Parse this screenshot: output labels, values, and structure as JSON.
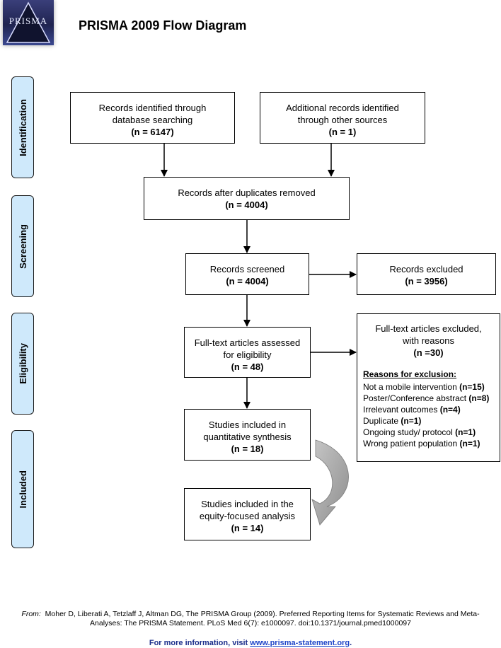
{
  "logo": {
    "text": "PRISMA"
  },
  "title": "PRISMA 2009 Flow Diagram",
  "stages": [
    "Identification",
    "Screening",
    "Eligibility",
    "Included"
  ],
  "boxes": {
    "db_search": {
      "line1": "Records identified through",
      "line2": "database searching",
      "count": "(n = 6147)"
    },
    "other_sources": {
      "line1": "Additional records identified",
      "line2": "through other sources",
      "count": "(n = 1)"
    },
    "after_duplicates": {
      "line1": "Records after duplicates removed",
      "count": "(n = 4004)"
    },
    "screened": {
      "line1": "Records screened",
      "count": "(n = 4004)"
    },
    "excluded": {
      "line1": "Records excluded",
      "count": "(n = 3956)"
    },
    "fulltext": {
      "line1": "Full-text articles assessed",
      "line2": "for eligibility",
      "count": "(n = 48)"
    },
    "quant": {
      "line1": "Studies included in",
      "line2": "quantitative synthesis",
      "count": "(n = 18)"
    },
    "equity": {
      "line1": "Studies included in the",
      "line2": "equity-focused analysis",
      "count": "(n = 14)"
    }
  },
  "fulltext_excluded": {
    "line1": "Full-text articles excluded,",
    "line2": "with reasons",
    "count": "(n =30)",
    "reasons_title": "Reasons for exclusion:",
    "reasons": [
      {
        "text": "Not a mobile intervention ",
        "n": "(n=15)"
      },
      {
        "text": "Poster/Conference abstract ",
        "n": "(n=8)"
      },
      {
        "text": "Irrelevant outcomes ",
        "n": "(n=4)"
      },
      {
        "text": "Duplicate ",
        "n": "(n=1)"
      },
      {
        "text": "Ongoing study/ protocol ",
        "n": "(n=1)"
      },
      {
        "text": "Wrong patient population ",
        "n": "(n=1)"
      }
    ]
  },
  "footer": {
    "citation_lead": "From:",
    "citation": "Moher D, Liberati A, Tetzlaff J, Altman DG, The PRISMA Group (2009). Preferred Reporting Items for Systematic Reviews and Meta-Analyses: The PRISMA Statement. PLoS Med 6(7): e1000097. doi:10.1371/journal.pmed1000097",
    "more_info": "For more information, visit ",
    "link": "www.prisma-statement.org",
    "period": "."
  },
  "colors": {
    "stage_fill": "#cfe9fb",
    "curved_arrow": "#9a9a9a",
    "link": "#1f45c8"
  }
}
